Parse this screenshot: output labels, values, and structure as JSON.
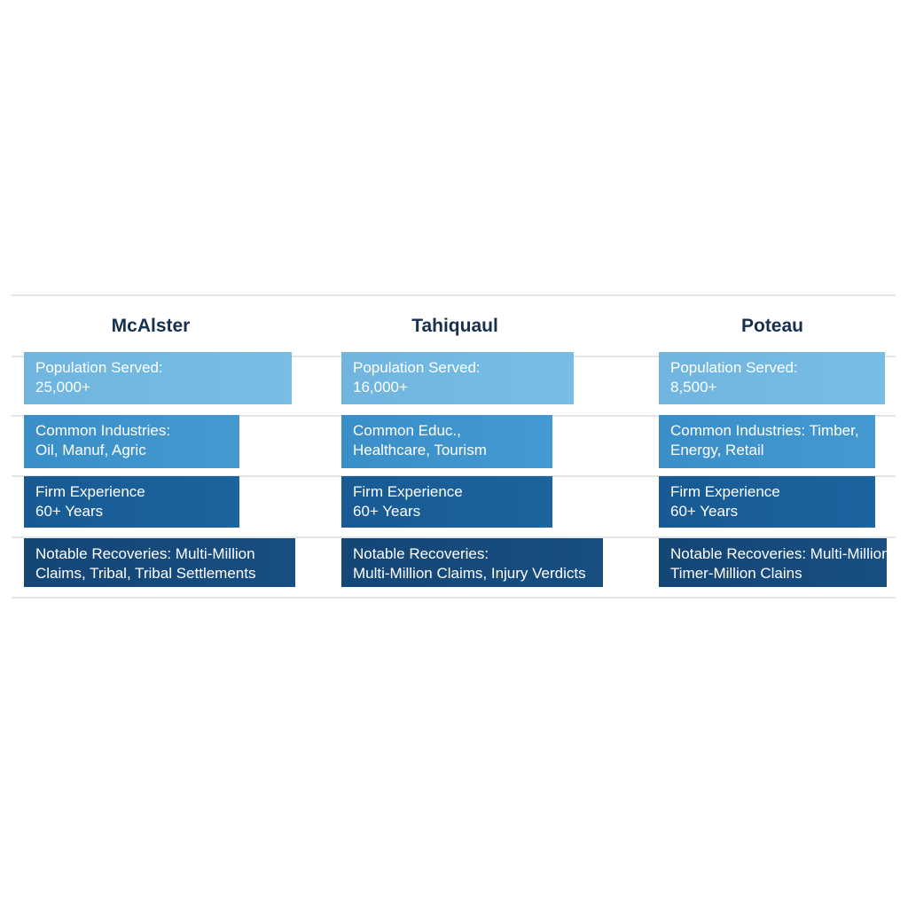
{
  "columns": [
    {
      "name": "McAlster",
      "rows": [
        [
          "Population Served:",
          "25,000+"
        ],
        [
          "Common Industries:",
          "Oil, Manuf, Agric"
        ],
        [
          "Firm Experience",
          "60+ Years"
        ],
        [
          "Notable Recoveries: Multi-Million",
          "Claims, Tribal, Tribal Settlements"
        ]
      ]
    },
    {
      "name": "Tahiquaul",
      "rows": [
        [
          "Population Served:",
          "16,000+"
        ],
        [
          "Common Educ.,",
          "Healthcare, Tourism"
        ],
        [
          "Firm Experience",
          "60+ Years"
        ],
        [
          "Notable Recoveries:",
          "Multi-Million Claims, Injury Verdicts"
        ]
      ]
    },
    {
      "name": "Poteau",
      "rows": [
        [
          "Population Served:",
          "8,500+"
        ],
        [
          "Common Industries: Timber,",
          "Energy, Retail"
        ],
        [
          "Firm Experience",
          "60+ Years"
        ],
        [
          "Notable Recoveries: Multi-Million",
          "Timer-Million Clains"
        ]
      ]
    }
  ],
  "colors": {
    "row1": "#72b8e0",
    "row2": "#3f94cc",
    "row3": "#1a5e98",
    "row4": "#15487a",
    "heading": "#16304d"
  }
}
